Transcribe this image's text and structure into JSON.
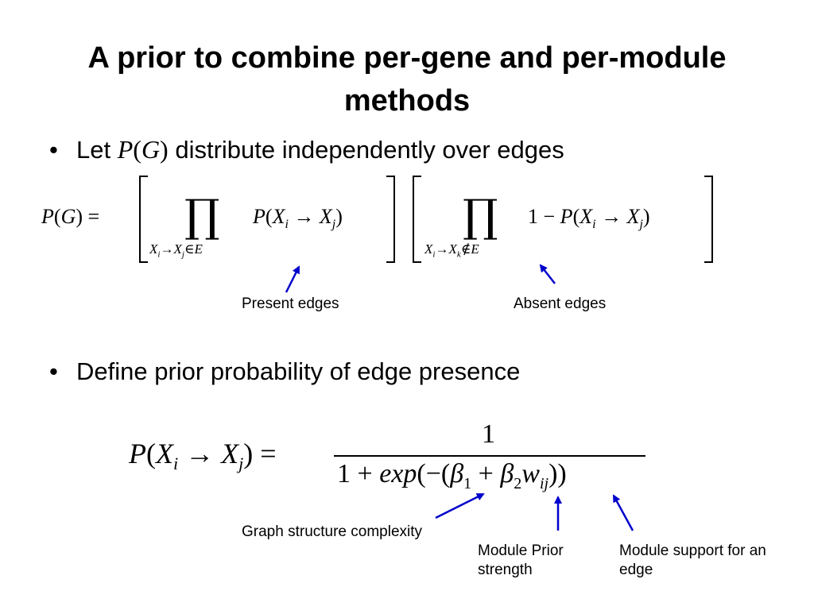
{
  "slide": {
    "title": "A prior to combine per-gene and per-module methods",
    "bullets": [
      {
        "prefix": "Let",
        "math": "P(G)",
        "suffix": "distribute independently over edges"
      },
      {
        "text": "Define prior probability of edge presence"
      }
    ],
    "equation1": {
      "lhs": "P(G) =",
      "term1": "P(X_i → X_j)",
      "sub1": "X_i→X_j∈E",
      "term2": "1 − P(X_i → X_j)",
      "sub2": "X_i→X_k∉E"
    },
    "equation2": {
      "lhs": "P(X_i → X_j) =",
      "numerator": "1",
      "denominator": "1 + exp(−(β_1 + β_2 w_ij))"
    },
    "annotations": {
      "present_edges": "Present edges",
      "absent_edges": "Absent edges",
      "graph_complexity": "Graph structure complexity",
      "module_prior_strength": "Module Prior strength",
      "module_support": "Module support for an edge"
    },
    "colors": {
      "arrow": "#0000cc",
      "text": "#000000"
    }
  }
}
